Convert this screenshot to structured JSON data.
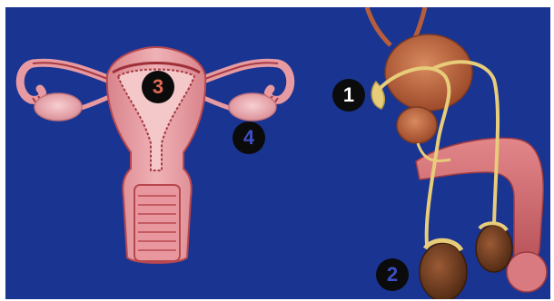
{
  "colors": {
    "background": "#1a3492",
    "marker_fill": "#0b0b0b",
    "marker_text_light": "#ffffff",
    "marker_text_red": "#e06a55",
    "marker_text_blue": "#3d4fc4",
    "tissue_pink": "#e89aa0",
    "tissue_dark": "#b8484f",
    "organ_brown": "#b65d3c",
    "duct_yellow": "#e7cc7a",
    "testis_brown": "#6b3a1f"
  },
  "markers": [
    {
      "label": "1",
      "color_key": "marker_text_light"
    },
    {
      "label": "2",
      "color_key": "marker_text_blue"
    },
    {
      "label": "3",
      "color_key": "marker_text_red"
    },
    {
      "label": "4",
      "color_key": "marker_text_blue"
    }
  ]
}
